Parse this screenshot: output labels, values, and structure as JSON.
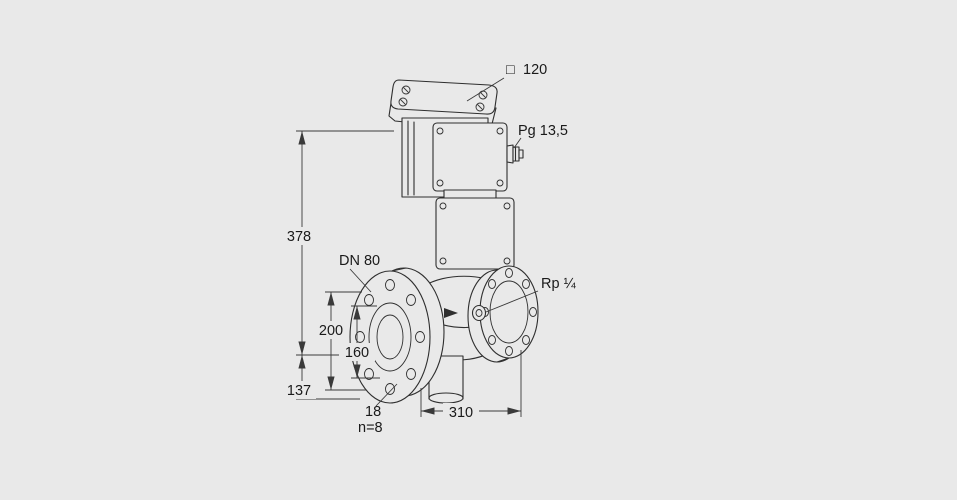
{
  "canvas": {
    "background": "#e9e9e9",
    "line_color": "#2f2f2f",
    "dim_color": "#3a3a3a",
    "text_color": "#1a1a1a"
  },
  "labels": {
    "square_symbol": "□",
    "square_size": "120",
    "cable_gland": "Pg 13,5",
    "dim_total_height": "378",
    "flange_size": "DN 80",
    "dim_flange_od": "200",
    "dim_bolt_circle": "160",
    "dim_lower_height": "137",
    "dim_bolt_hole": "18",
    "bolt_count": "n=8",
    "dim_length": "310",
    "port": "Rp ¼"
  }
}
